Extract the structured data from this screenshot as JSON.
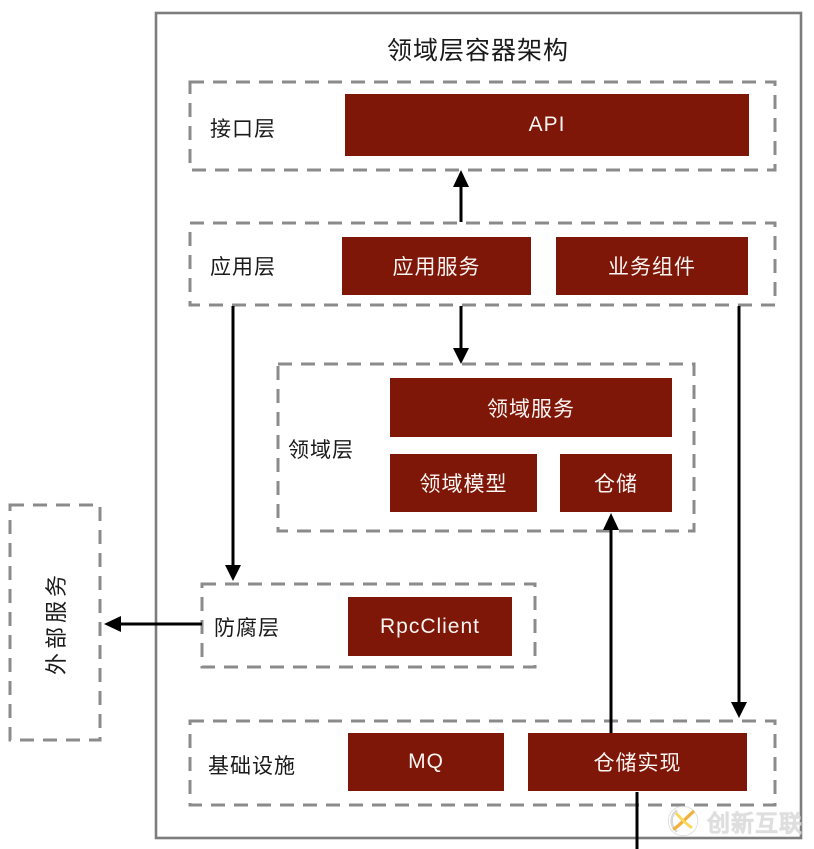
{
  "diagram": {
    "title": "领域层容器架构",
    "layers": [
      {
        "id": "interface",
        "label": "接口层",
        "boxes": [
          {
            "label": "API"
          }
        ]
      },
      {
        "id": "application",
        "label": "应用层",
        "boxes": [
          {
            "label": "应用服务"
          },
          {
            "label": "业务组件"
          }
        ]
      },
      {
        "id": "domain",
        "label": "领域层",
        "boxes": [
          {
            "label": "领域服务"
          },
          {
            "label": "领域模型"
          },
          {
            "label": "仓储"
          }
        ]
      },
      {
        "id": "anticorruption",
        "label": "防腐层",
        "boxes": [
          {
            "label": "RpcClient"
          }
        ]
      },
      {
        "id": "infrastructure",
        "label": "基础设施",
        "boxes": [
          {
            "label": "MQ"
          },
          {
            "label": "仓储实现"
          }
        ]
      },
      {
        "id": "external",
        "label": "外部服务",
        "boxes": []
      }
    ],
    "connections": [
      {
        "from": "应用层",
        "to": "API",
        "direction": "up"
      },
      {
        "from": "应用服务",
        "to": "领域层",
        "direction": "down"
      },
      {
        "from": "应用层",
        "to": "防腐层",
        "direction": "down"
      },
      {
        "from": "应用层",
        "to": "基础设施",
        "direction": "down"
      },
      {
        "from": "仓储实现",
        "to": "仓储",
        "direction": "up"
      },
      {
        "from": "防腐层",
        "to": "外部服务",
        "direction": "left"
      },
      {
        "from": "仓储实现",
        "to": "",
        "direction": "down"
      }
    ],
    "colors": {
      "box_fill": "#7E1708",
      "box_text": "#FAF4F2",
      "dashed_border": "#8B8B8B",
      "outer_border": "#7D7D7D",
      "arrow": "#000000",
      "ink": "#1A1A1A"
    }
  },
  "watermark": {
    "text": "创新互联",
    "logo_colors": {
      "swoosh_orange": "#F2A31C",
      "swoosh_yellow": "#FDD03C",
      "ring_gray": "#CFCFCF"
    }
  }
}
